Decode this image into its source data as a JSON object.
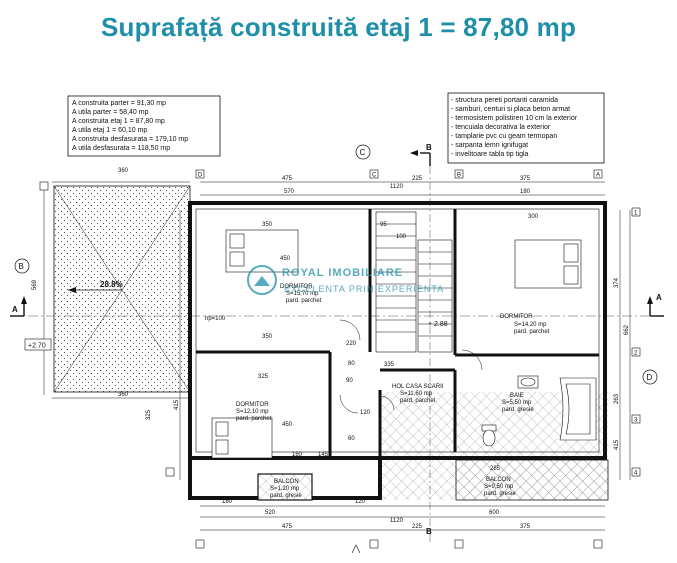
{
  "title": "Suprafață construită etaj 1 = 87,80 mp",
  "areas_box": [
    "A construita parter = 91,30 mp",
    "A utila parter = 58,40 mp",
    "A construita etaj 1 = 87,80 mp",
    "A utila etaj 1 = 60,10 mp",
    "A construita desfasurata = 179,10 mp",
    "A utila desfasurata = 118,50 mp"
  ],
  "specs_box": [
    "- structura pereti portanti caramida",
    "- samburi, centuri si placa beton armat",
    "- termosistem polistiren 10 cm la exterior",
    "- tencuiala decorativa la exterior",
    "- tamplarie pvc cu geam termopan",
    "- sarpanta lemn ignifugat",
    "- invelitoare tabla tip tigla"
  ],
  "rooms": {
    "room1": {
      "name": "DORMITOR",
      "area": "S=15,70 mp",
      "floor": "pard. parchet"
    },
    "room2": {
      "name": "DORMITOR",
      "area": "S=14,20 mp",
      "floor": "pard. parchet"
    },
    "room3": {
      "name": "DORMITOR",
      "area": "S=12,10 mp",
      "floor": "pard. parchet"
    },
    "hall": {
      "name": "HOL CASA SCARII",
      "area": "S=11,60 mp",
      "floor": "pard. parchet"
    },
    "bath": {
      "name": "BAIE",
      "area": "S=5,50 mp",
      "floor": "pard. gresie"
    },
    "balcony1": {
      "name": "BALCON",
      "area": "S=1,20 mp",
      "floor": "pard. gresie"
    },
    "balcony2": {
      "name": "BALCON",
      "area": "S=9,50 mp",
      "floor": "pard. gresie"
    }
  },
  "roof_slope": "28.8%",
  "level_marks": {
    "left": "+2.70",
    "stair": "+ 2.88"
  },
  "section_labels": {
    "a_left": "A",
    "a_right": "A",
    "b_top": "B",
    "b_bottom": "B"
  },
  "axis_labels": {
    "b": "B",
    "c": "C",
    "d": "D"
  },
  "grid_labels": {
    "d_left": "D",
    "c_left": "C",
    "b_right": "B",
    "a_right": "A",
    "n1": "1",
    "n2": "2",
    "n3": "3",
    "n4": "4"
  },
  "dims": {
    "top_row1": [
      "360",
      "475",
      "225",
      "375"
    ],
    "top_row2": [
      "570",
      "1120",
      "180"
    ],
    "bottom_row1": [
      "180",
      "520",
      "120",
      "600"
    ],
    "bottom_row2": [
      "475",
      "225",
      "375"
    ],
    "bottom_total": "1120",
    "bottom_left": "360",
    "left_side": [
      "569",
      "325",
      "415"
    ],
    "right_side": [
      "374",
      "662",
      "263",
      "415"
    ],
    "inner": [
      "450",
      "350",
      "325",
      "450",
      "160",
      "145",
      "95",
      "100",
      "90",
      "220",
      "335",
      "350",
      "285",
      "120",
      "60",
      "300",
      "80"
    ]
  },
  "watermark": {
    "brand": "ROYAL IMOBILIARE",
    "tagline": "EXCELENTA PRIN EXPERIENTA"
  },
  "hatch_label": "hp=100"
}
